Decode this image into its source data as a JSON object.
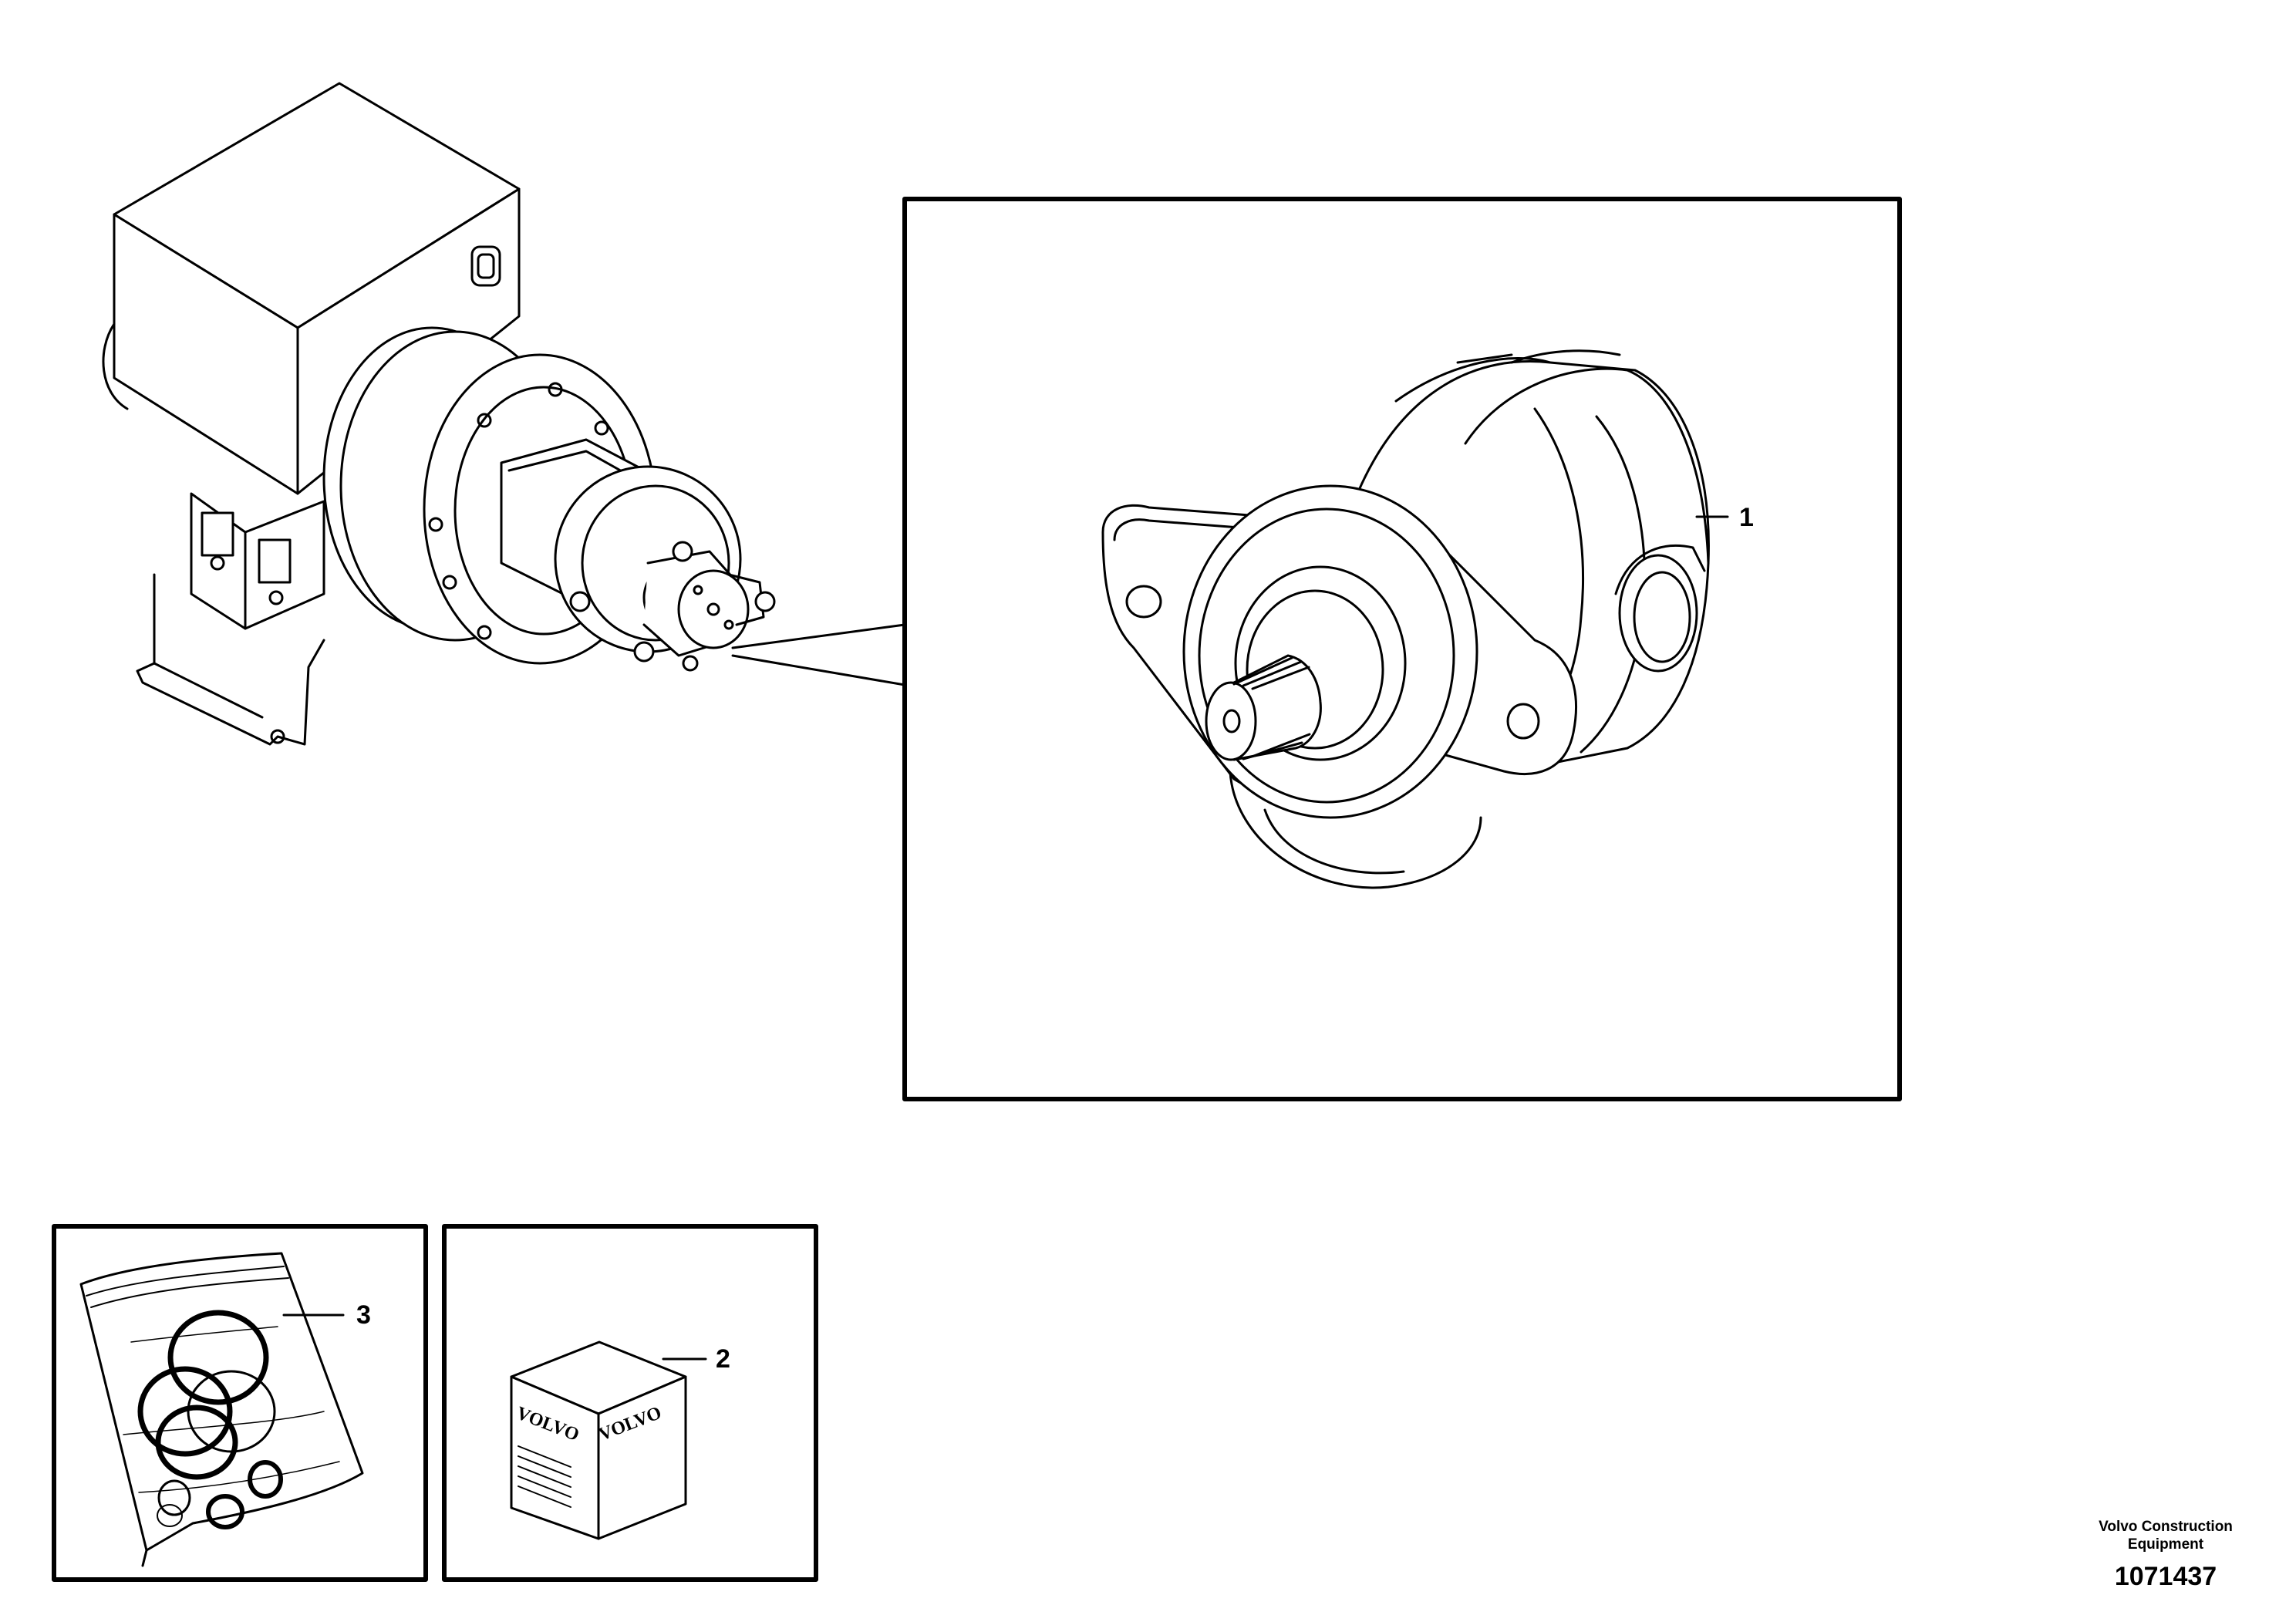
{
  "callouts": {
    "c1": "1",
    "c2": "2",
    "c3": "3"
  },
  "box_label": "VOLVO",
  "footer": {
    "brand_line1": "Volvo Construction",
    "brand_line2": "Equipment",
    "drawing_number": "1071437"
  }
}
